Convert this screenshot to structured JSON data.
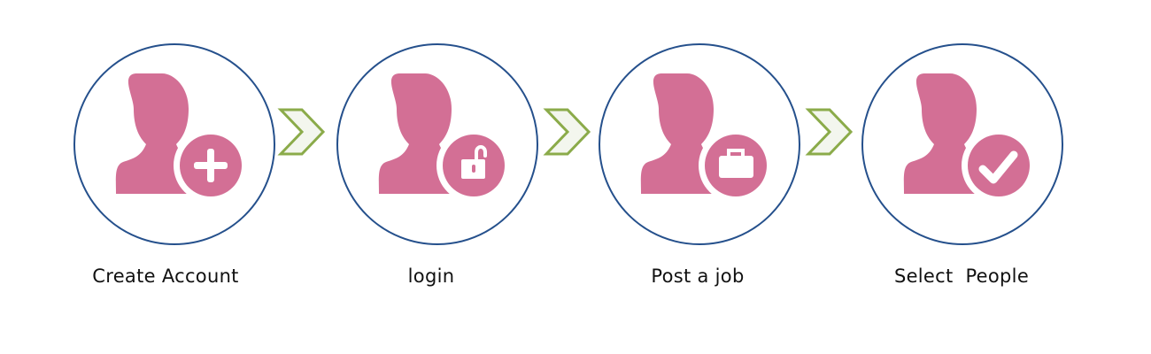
{
  "steps": [
    {
      "label": "Create Account",
      "badge_icon": "plus-icon"
    },
    {
      "label": "login",
      "badge_icon": "unlock-icon"
    },
    {
      "label": "Post a job",
      "badge_icon": "briefcase-icon"
    },
    {
      "label": "Select  People",
      "badge_icon": "checkmark-icon"
    }
  ],
  "colors": {
    "circle_border": "#25508c",
    "person_fill": "#d36f95",
    "arrow_stroke": "#8bab4a",
    "arrow_fill": "#f3f6ee"
  }
}
